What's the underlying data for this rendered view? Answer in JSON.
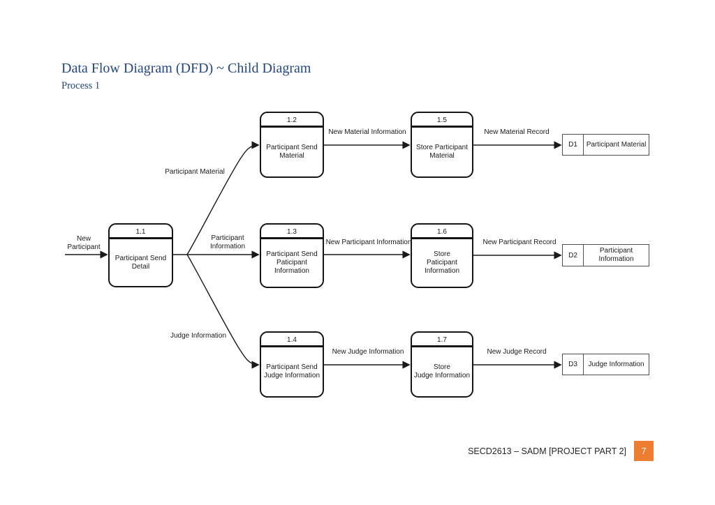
{
  "page": {
    "title": "Data Flow Diagram (DFD) ~ Child Diagram",
    "subtitle": "Process 1",
    "footer": {
      "text": "SECD2613 – SADM [PROJECT PART 2]",
      "page_number": "7",
      "accent_color": "#ED7D31"
    }
  },
  "diagram": {
    "type": "data-flow-diagram",
    "line_color": "#1a1a1a",
    "processes": [
      {
        "id": "1.1",
        "label": "Participant Send\nDetail"
      },
      {
        "id": "1.2",
        "label": "Participant Send\nMaterial"
      },
      {
        "id": "1.3",
        "label": "Participant Send\nPaticipant\nInformation"
      },
      {
        "id": "1.4",
        "label": "Participant Send\nJudge Information"
      },
      {
        "id": "1.5",
        "label": "Store Participant\nMaterial"
      },
      {
        "id": "1.6",
        "label": "Store\nPaticipant\nInformation"
      },
      {
        "id": "1.7",
        "label": "Store\nJudge Information"
      }
    ],
    "data_stores": [
      {
        "id": "D1",
        "label": "Participant Material"
      },
      {
        "id": "D2",
        "label": "Participant\nInformation"
      },
      {
        "id": "D3",
        "label": "Judge Information"
      }
    ],
    "flows": [
      {
        "label": "New\nParticipant",
        "from": "",
        "to": "1.1"
      },
      {
        "label": "Participant Material",
        "from": "1.1",
        "to": "1.2"
      },
      {
        "label": "Participant\nInformation",
        "from": "1.1",
        "to": "1.3"
      },
      {
        "label": "Judge Information",
        "from": "1.1",
        "to": "1.4"
      },
      {
        "label": "New Material Information",
        "from": "1.2",
        "to": "1.5"
      },
      {
        "label": "New Material Record",
        "from": "1.5",
        "to": "D1"
      },
      {
        "label": "New Participant Information",
        "from": "1.3",
        "to": "1.6"
      },
      {
        "label": "New Participant Record",
        "from": "1.6",
        "to": "D2"
      },
      {
        "label": "New Judge Information",
        "from": "1.4",
        "to": "1.7"
      },
      {
        "label": "New Judge Record",
        "from": "1.7",
        "to": "D3"
      }
    ]
  }
}
